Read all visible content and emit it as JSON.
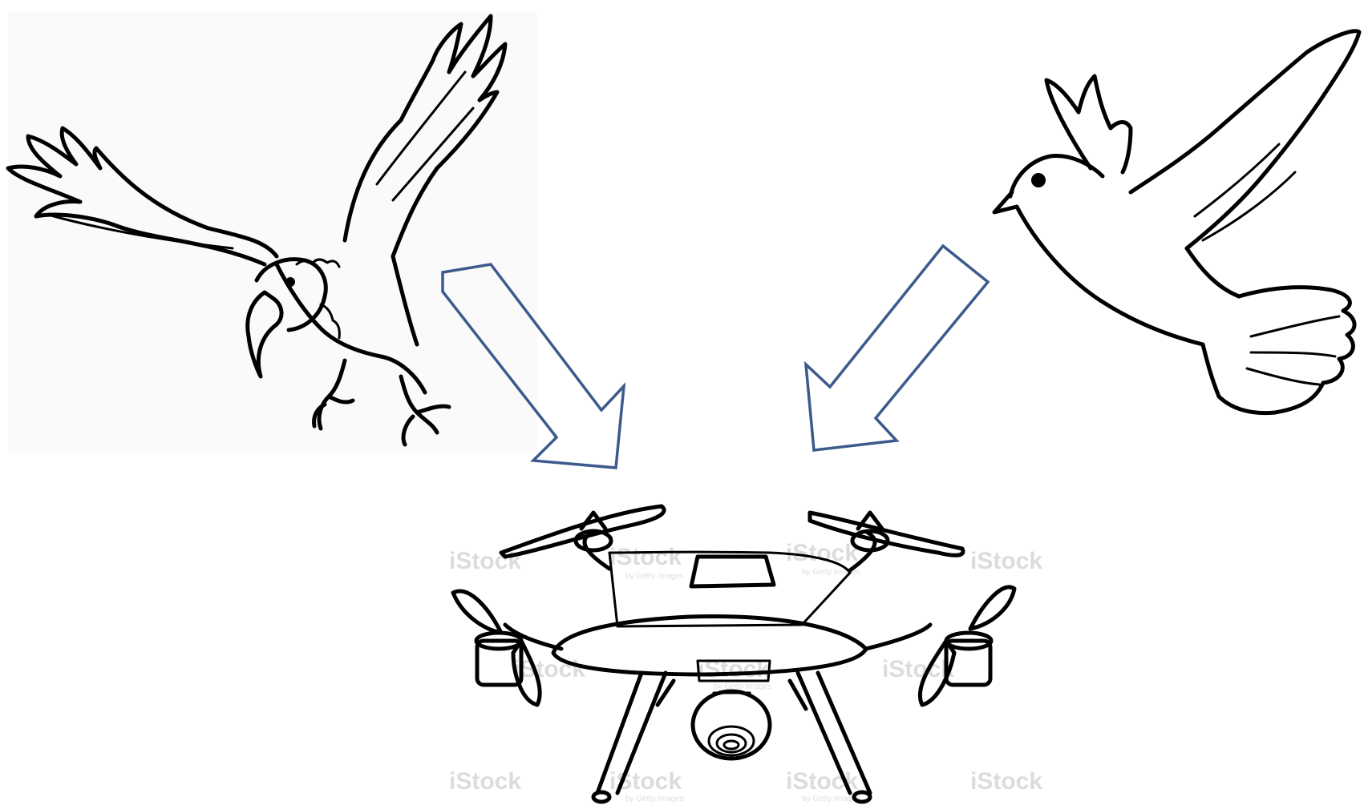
{
  "colors": {
    "arrow_stroke": "#3c5a8c",
    "line_art": "#000000",
    "background": "#ffffff",
    "watermark": "#dcdcdc"
  },
  "figures": [
    {
      "id": "eagle",
      "icon": "eagle-illustration",
      "style": "line-art"
    },
    {
      "id": "dove",
      "icon": "dove-illustration",
      "style": "line-art"
    },
    {
      "id": "drone",
      "icon": "quadcopter-drone-illustration",
      "style": "line-art"
    }
  ],
  "arrows": [
    {
      "id": "arrow-eagle-to-drone",
      "from": "eagle",
      "to": "drone"
    },
    {
      "id": "arrow-dove-to-drone",
      "from": "dove",
      "to": "drone"
    }
  ],
  "watermark": {
    "brand": "iStock",
    "byline": "by Getty Images"
  }
}
